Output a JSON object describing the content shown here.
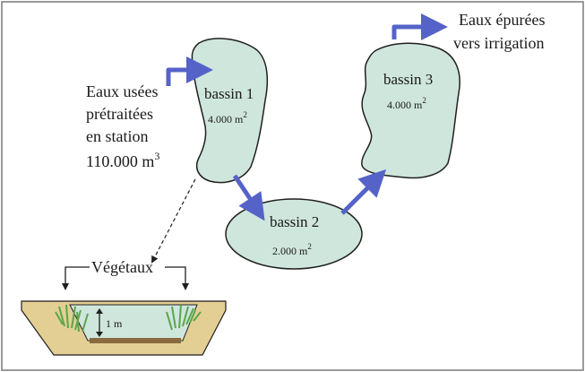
{
  "title": "",
  "inflow": {
    "lines": [
      "Eaux usées",
      "prétraitées",
      "en station"
    ],
    "volume_value": "110.000 m",
    "volume_unit_exp": "3"
  },
  "outflow": {
    "lines": [
      "Eaux épurées",
      "vers irrigation"
    ]
  },
  "basins": [
    {
      "name": "bassin 1",
      "area_value": "4.000 m",
      "area_unit_exp": "2"
    },
    {
      "name": "bassin 2",
      "area_value": "2.000 m",
      "area_unit_exp": "2"
    },
    {
      "name": "bassin 3",
      "area_value": "4.000 m",
      "area_unit_exp": "2"
    }
  ],
  "cross_section": {
    "plants_label": "Végétaux",
    "depth_label": "1 m"
  },
  "colors": {
    "water": "#cfe6dd",
    "arrow": "#5563c8",
    "soil": "#e3cf93",
    "mud": "#8a6a3e",
    "grass": "#7bbf6a",
    "outline": "#1f1f1f"
  }
}
